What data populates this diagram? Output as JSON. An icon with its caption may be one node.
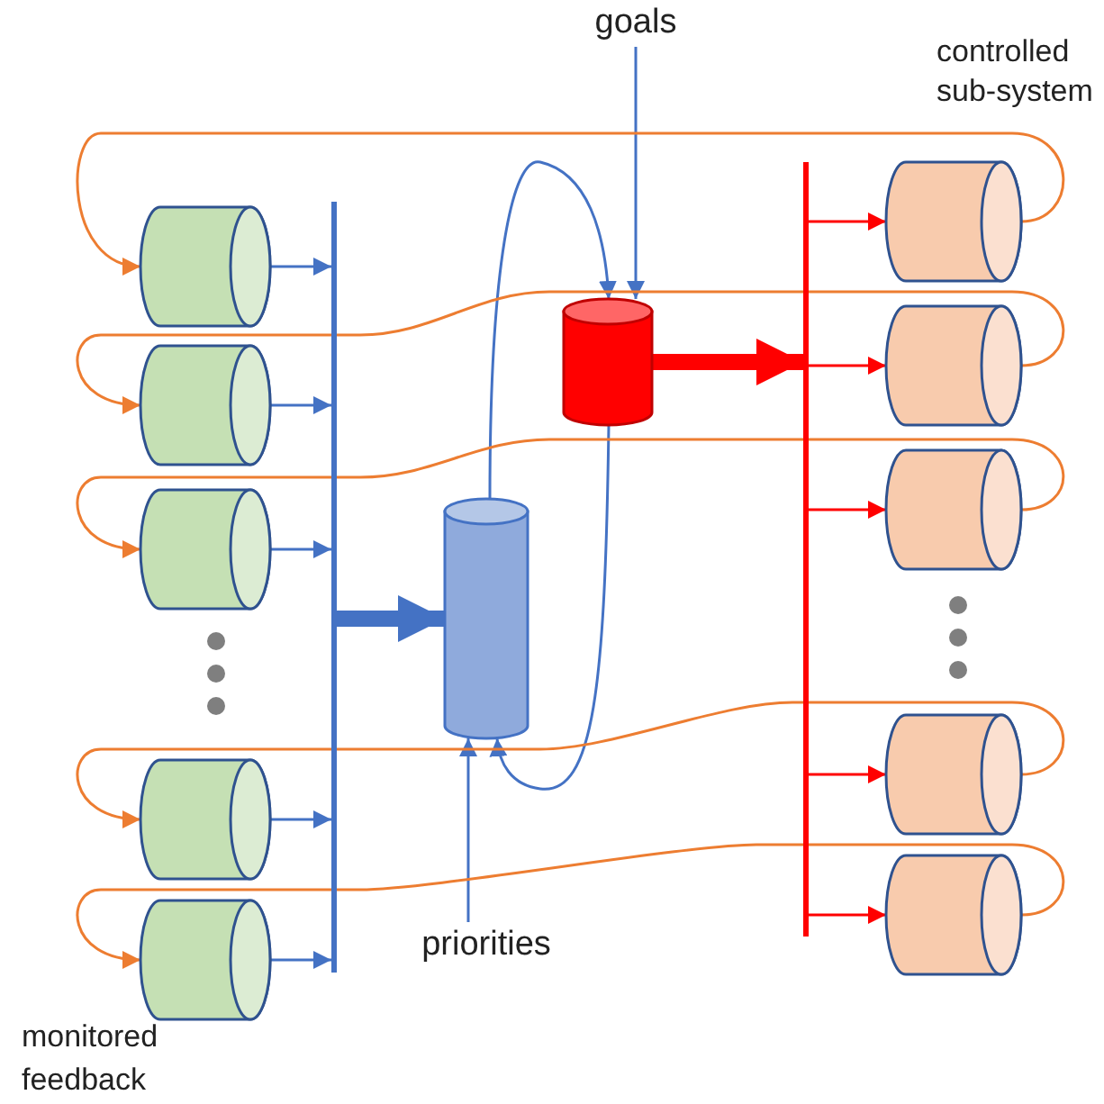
{
  "diagram": {
    "nodes": [
      {
        "text": [],
        "shape": "cylinder"
      },
      {
        "text": [],
        "shape": "cylinder"
      },
      {
        "text": [],
        "shape": "cylinder"
      },
      {
        "text": [],
        "shape": "cylinder"
      },
      {
        "text": [],
        "shape": "cylinder"
      },
      {
        "text": [],
        "shape": "bar"
      },
      {
        "text": [],
        "shape": "cylinder"
      },
      {
        "text": [],
        "shape": "cylinder"
      },
      {
        "text": [],
        "shape": "bar"
      },
      {
        "text": [],
        "shape": "cylinder"
      },
      {
        "text": [],
        "shape": "cylinder"
      },
      {
        "text": [],
        "shape": "cylinder"
      },
      {
        "text": [],
        "shape": "cylinder"
      },
      {
        "text": [],
        "shape": "cylinder"
      },
      {
        "text": [
          "goals"
        ]
      },
      {
        "text": [
          "priorities"
        ]
      }
    ],
    "edges": [
      {
        "from": 0,
        "to": 5,
        "arrow": "to"
      },
      {
        "from": 1,
        "to": 5,
        "arrow": "to"
      },
      {
        "from": 2,
        "to": 5,
        "arrow": "to"
      },
      {
        "from": 3,
        "to": 5,
        "arrow": "to"
      },
      {
        "from": 4,
        "to": 5,
        "arrow": "to"
      },
      {
        "from": 5,
        "to": 6,
        "arrow": "to",
        "style": "thick"
      },
      {
        "from": 6,
        "to": 7,
        "arrow": "to"
      },
      {
        "from": 7,
        "to": 6,
        "arrow": "to"
      },
      {
        "from": 14,
        "to": 7,
        "arrow": "to"
      },
      {
        "from": 15,
        "to": 6,
        "arrow": "to"
      },
      {
        "from": 7,
        "to": 8,
        "arrow": "to",
        "style": "thick",
        "color": "#ff0000"
      },
      {
        "from": 8,
        "to": 9,
        "arrow": "to",
        "color": "#ff0000"
      },
      {
        "from": 8,
        "to": 10,
        "arrow": "to",
        "color": "#ff0000"
      },
      {
        "from": 8,
        "to": 11,
        "arrow": "to",
        "color": "#ff0000"
      },
      {
        "from": 8,
        "to": 12,
        "arrow": "to",
        "color": "#ff0000"
      },
      {
        "from": 8,
        "to": 13,
        "arrow": "to",
        "color": "#ff0000"
      },
      {
        "from": 9,
        "to": 0,
        "arrow": "to",
        "color": "#ed7d31"
      },
      {
        "from": 10,
        "to": 1,
        "arrow": "to",
        "color": "#ed7d31"
      },
      {
        "from": 11,
        "to": 2,
        "arrow": "to",
        "color": "#ed7d31"
      },
      {
        "from": 12,
        "to": 3,
        "arrow": "to",
        "color": "#ed7d31"
      },
      {
        "from": 13,
        "to": 4,
        "arrow": "to",
        "color": "#ed7d31"
      }
    ],
    "labels": [
      "controlled sub-system",
      "monitored feedback"
    ]
  }
}
